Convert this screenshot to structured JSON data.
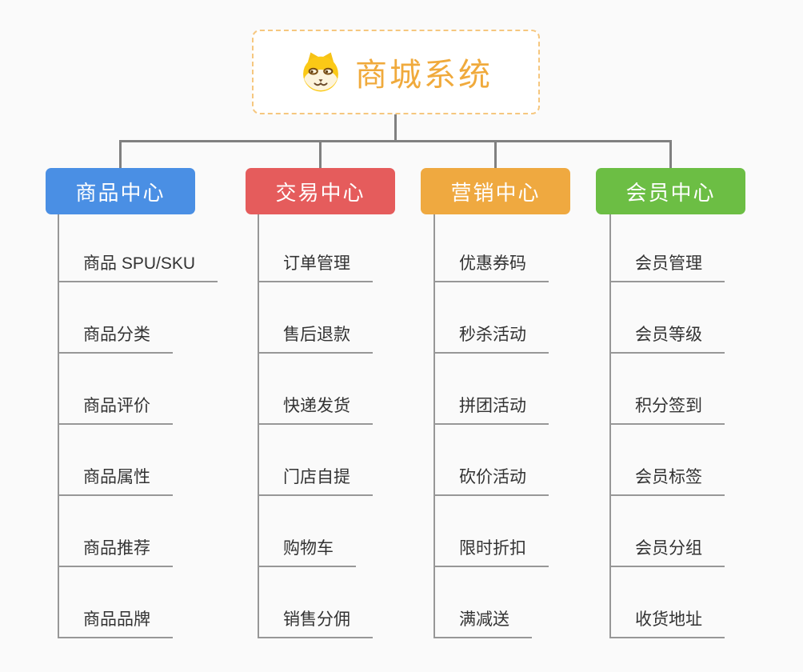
{
  "page": {
    "background": "#fafafa",
    "connector_color": "#808080",
    "underline_color": "#979797"
  },
  "root": {
    "title": "商城系统",
    "icon": "dog-face-icon",
    "text_color": "#f0aa3c",
    "border_color": "#f6c77f"
  },
  "branches": [
    {
      "label": "商品中心",
      "color": "#4a8fe4",
      "children": [
        "商品 SPU/SKU",
        "商品分类",
        "商品评价",
        "商品属性",
        "商品推荐",
        "商品品牌"
      ]
    },
    {
      "label": "交易中心",
      "color": "#e55c5c",
      "children": [
        "订单管理",
        "售后退款",
        "快递发货",
        "门店自提",
        "购物车",
        "销售分佣"
      ]
    },
    {
      "label": "营销中心",
      "color": "#efa940",
      "children": [
        "优惠券码",
        "秒杀活动",
        "拼团活动",
        "砍价活动",
        "限时折扣",
        "满减送"
      ]
    },
    {
      "label": "会员中心",
      "color": "#6cbe44",
      "children": [
        "会员管理",
        "会员等级",
        "积分签到",
        "会员标签",
        "会员分组",
        "收货地址"
      ]
    }
  ]
}
